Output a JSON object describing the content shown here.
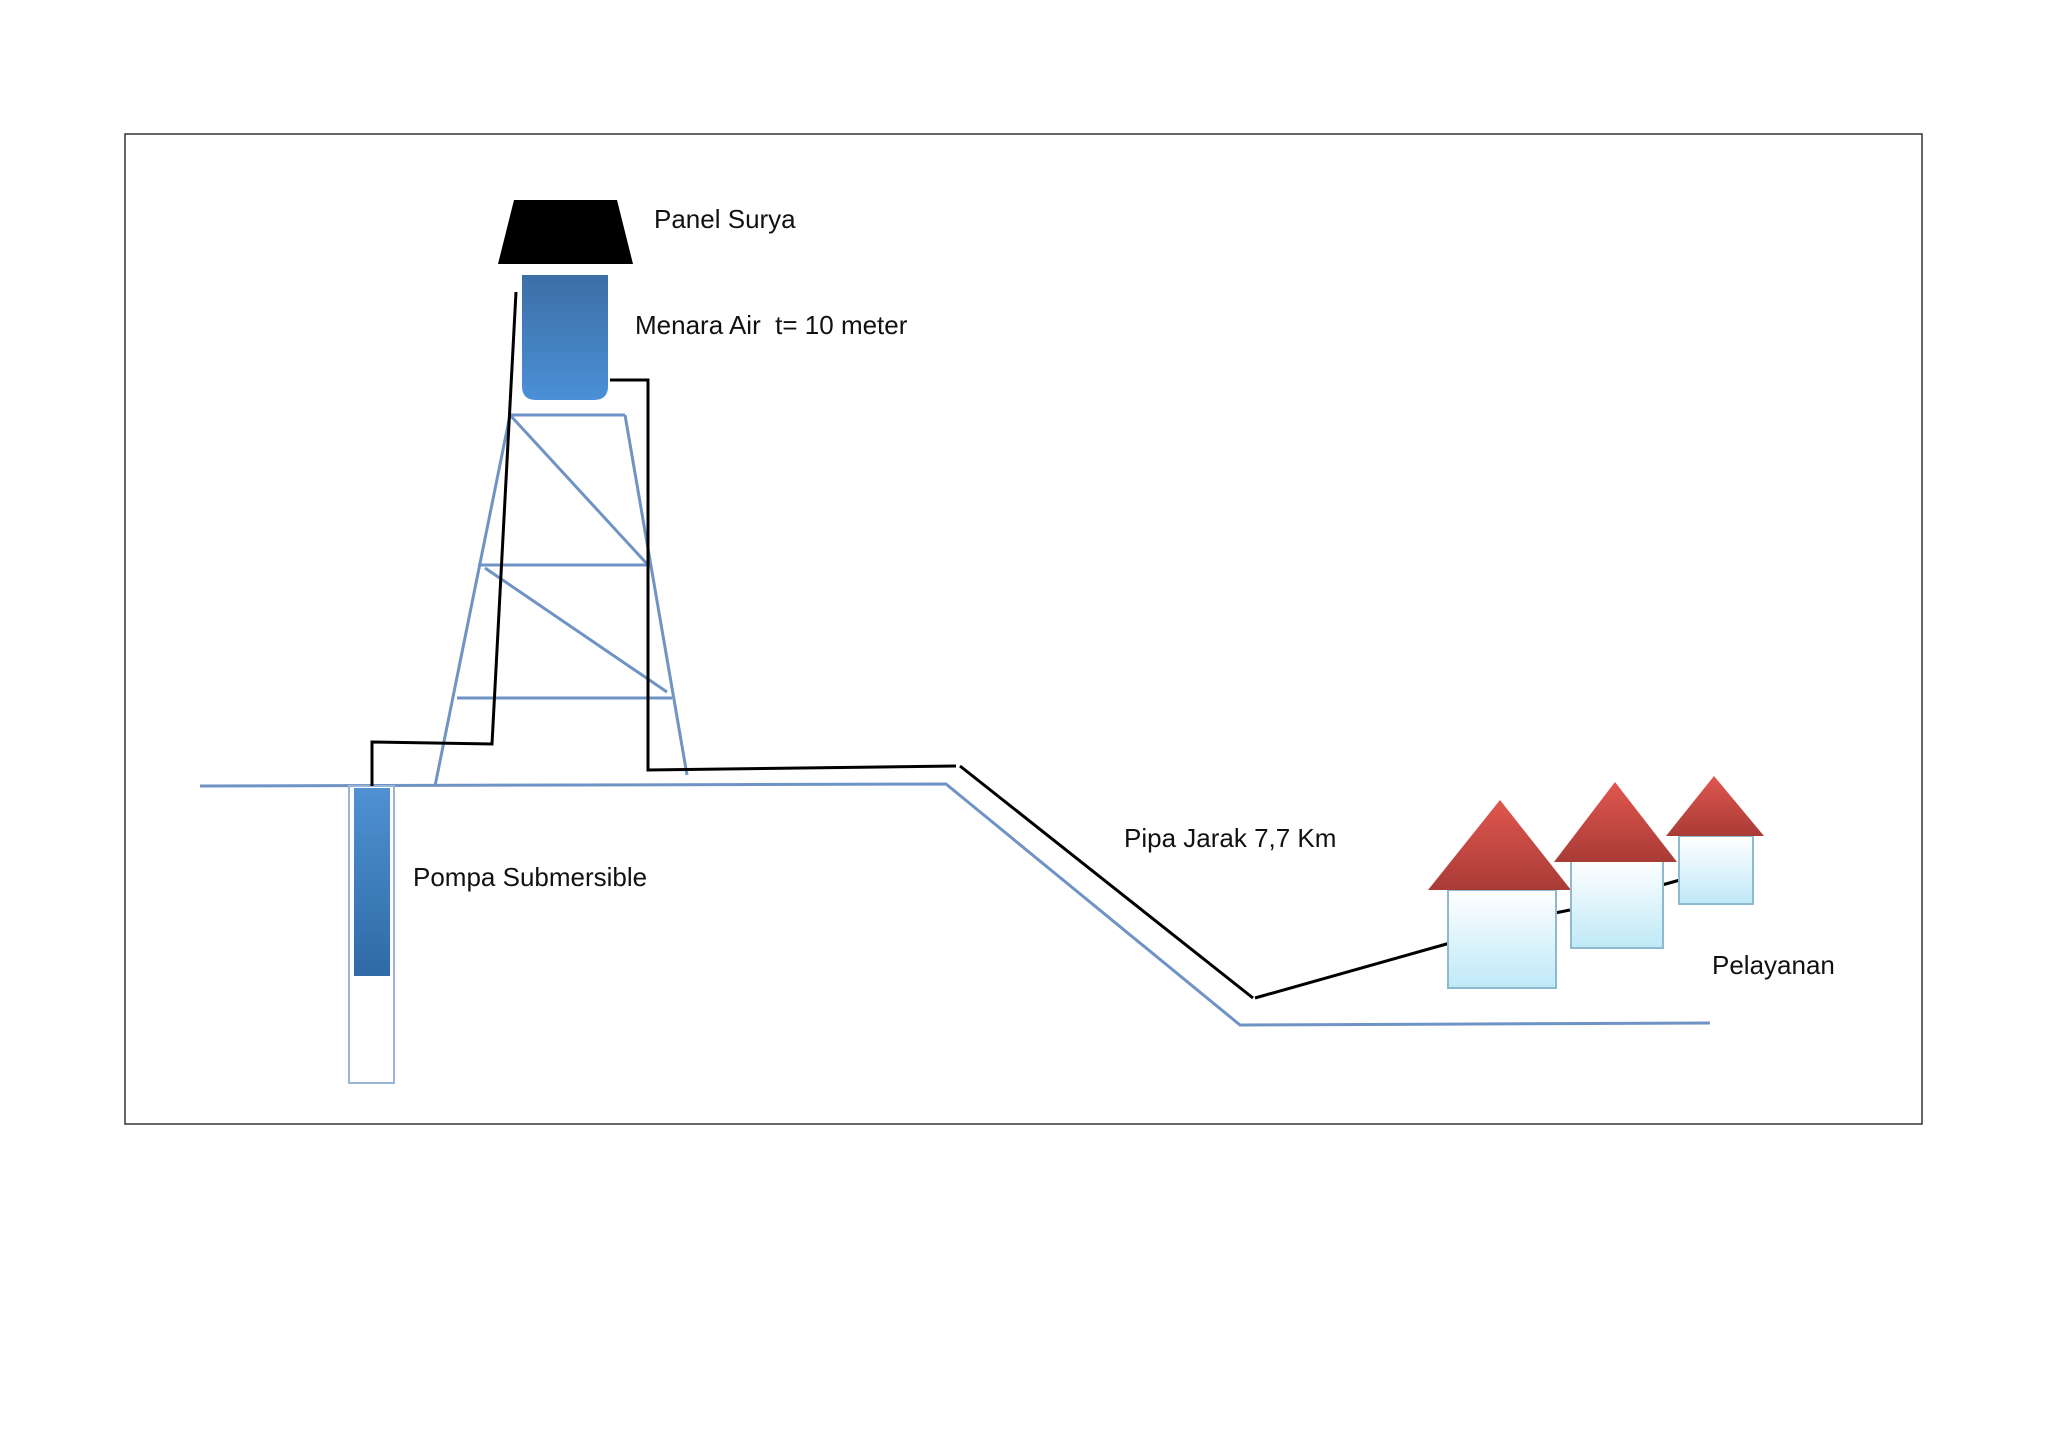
{
  "labels": {
    "panel_surya": "Panel Surya",
    "menara_air": "Menara Air  t= 10 meter",
    "pompa": "Pompa Submersible",
    "pipa": "Pipa Jarak 7,7 Km",
    "pelayanan": "Pelayanan"
  },
  "colors": {
    "frame": "#333333",
    "ground_line": "#6f93c4",
    "pipe": "#000000",
    "tower_frame": "#6f93c4",
    "tank_top": "#3c6fa6",
    "tank_bottom": "#4a90d6",
    "pump_top": "#4f91d2",
    "pump_bottom": "#2f6aa6",
    "solar_panel": "#000000",
    "roof_top": "#e0574f",
    "roof_bottom": "#a93b36",
    "house_wall_top": "#ffffff",
    "house_wall_bottom": "#bfe9f7"
  },
  "icons": [
    "solar-panel-icon",
    "water-tank-icon",
    "tower-icon",
    "pump-icon",
    "house-icon"
  ]
}
